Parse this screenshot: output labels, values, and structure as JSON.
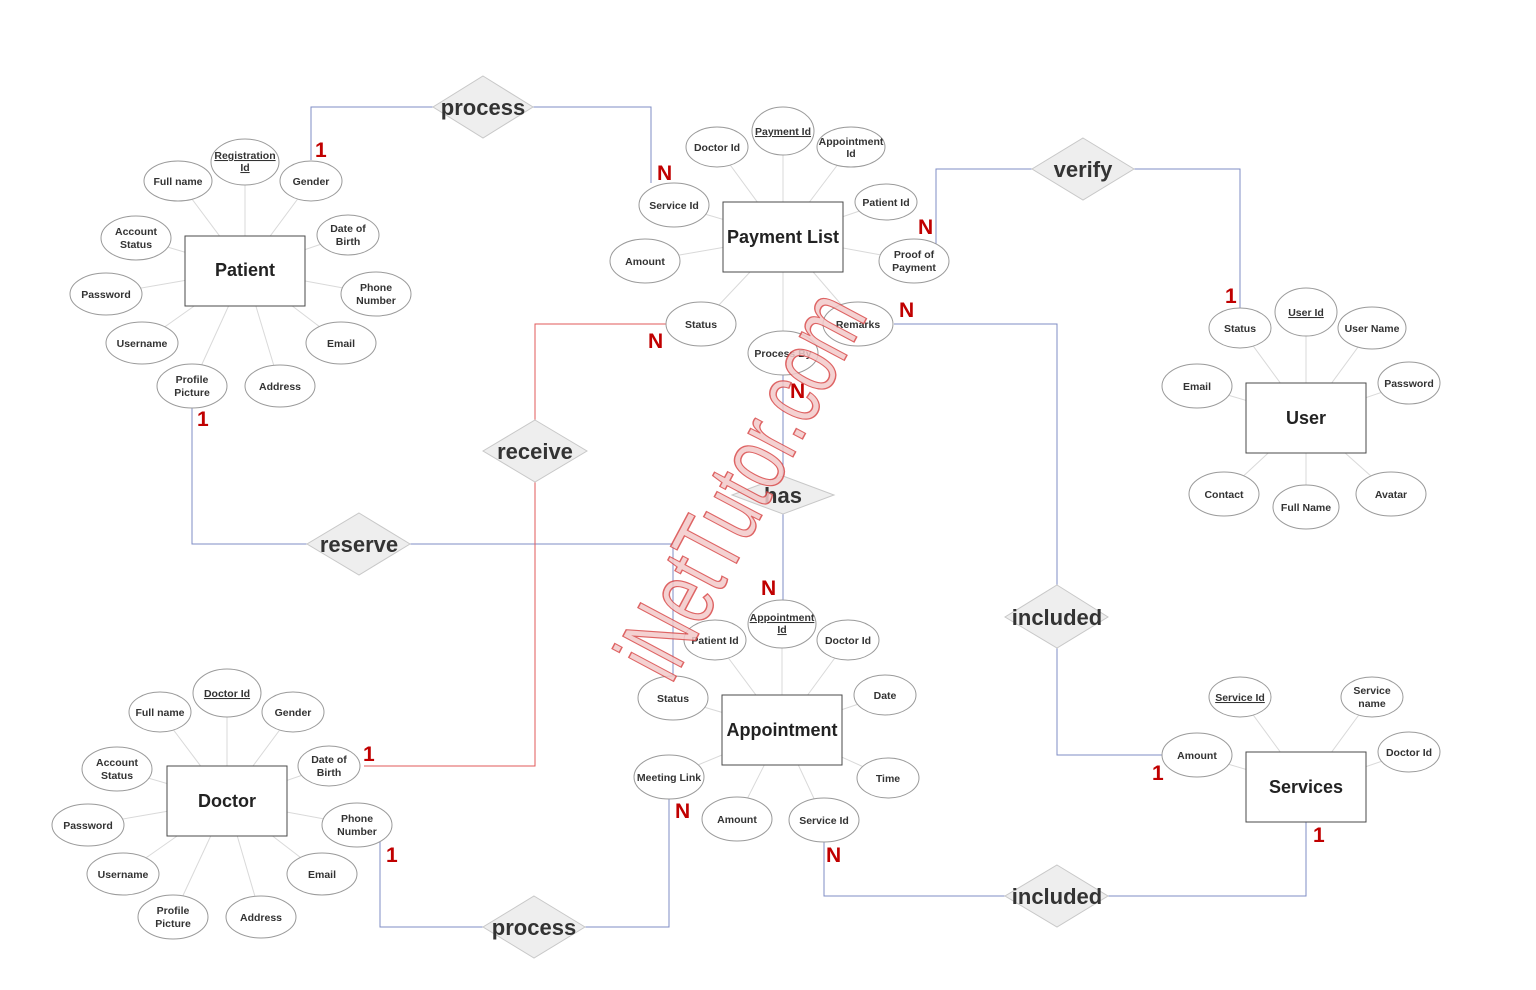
{
  "watermark": "iNetTutor.com",
  "entities": {
    "patient": "Patient",
    "payment_list": "Payment List",
    "user": "User",
    "doctor": "Doctor",
    "appointment": "Appointment",
    "services": "Services"
  },
  "relationships": {
    "process_top": "process",
    "verify": "verify",
    "receive": "receive",
    "has": "has",
    "reserve": "reserve",
    "included_right": "included",
    "included_bottom": "included",
    "process_bottom": "process"
  },
  "attributes": {
    "patient": {
      "registration_id": [
        "Registration",
        "Id"
      ],
      "full_name": "Full name",
      "gender": "Gender",
      "account_status": [
        "Account",
        "Status"
      ],
      "date_of_birth": [
        "Date of",
        "Birth"
      ],
      "password": "Password",
      "phone_number": [
        "Phone",
        "Number"
      ],
      "username": "Username",
      "email": "Email",
      "profile_picture": [
        "Profile",
        "Picture"
      ],
      "address": "Address"
    },
    "payment_list": {
      "payment_id": "Payment Id",
      "doctor_id": "Doctor Id",
      "appointment_id": [
        "Appointment",
        "Id"
      ],
      "service_id": "Service Id",
      "patient_id": "Patient Id",
      "amount": "Amount",
      "proof_of_payment": [
        "Proof of",
        "Payment"
      ],
      "status": "Status",
      "remarks": "Remarks",
      "process_by": "Process By"
    },
    "user": {
      "user_id": "User Id",
      "status": "Status",
      "user_name": "User Name",
      "email": "Email",
      "password": "Password",
      "contact": "Contact",
      "full_name": "Full Name",
      "avatar": "Avatar"
    },
    "doctor": {
      "doctor_id": "Doctor Id",
      "full_name": "Full name",
      "gender": "Gender",
      "account_status": [
        "Account",
        "Status"
      ],
      "date_of_birth": [
        "Date of",
        "Birth"
      ],
      "password": "Password",
      "phone_number": [
        "Phone",
        "Number"
      ],
      "username": "Username",
      "email": "Email",
      "profile_picture": [
        "Profile",
        "Picture"
      ],
      "address": "Address"
    },
    "appointment": {
      "appointment_id": [
        "Appointment",
        "Id"
      ],
      "patient_id": "Patient Id",
      "doctor_id": "Doctor Id",
      "status": "Status",
      "date": "Date",
      "meeting_link": "Meeting Link",
      "time": "Time",
      "amount": "Amount",
      "service_id": "Service Id"
    },
    "services": {
      "service_id": "Service Id",
      "service_name": [
        "Service",
        "name"
      ],
      "amount": "Amount",
      "doctor_id": "Doctor Id"
    }
  },
  "cardinality": {
    "one": "1",
    "many": "N"
  }
}
